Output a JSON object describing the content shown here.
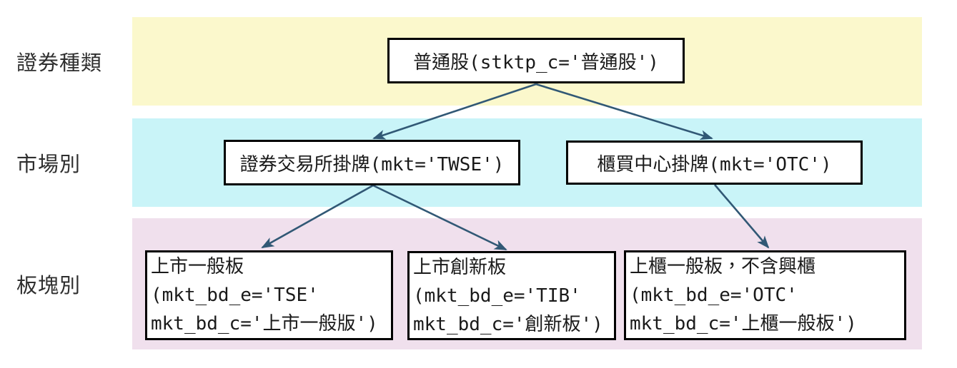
{
  "colors": {
    "band_yellow": "#FBF8CC",
    "band_cyan": "#C9F4F8",
    "band_pink": "#F0E0ED",
    "node_border": "#000000",
    "node_bg": "#FFFFFF",
    "arrow": "#315875",
    "text": "#1A1A1A",
    "label_text": "#2E2E2E"
  },
  "rows": [
    {
      "label": "證券種類"
    },
    {
      "label": "市場別"
    },
    {
      "label": "板塊別"
    }
  ],
  "nodes": {
    "common_stock": {
      "label": "普通股(stktp_c='普通股')"
    },
    "twse": {
      "label": "證券交易所掛牌(mkt='TWSE')"
    },
    "otc": {
      "label": "櫃買中心掛牌(mkt='OTC')"
    },
    "tse_board": {
      "lines": [
        "上市一般板",
        "(mkt_bd_e='TSE'",
        "mkt_bd_c='上市一般版')"
      ]
    },
    "tib_board": {
      "lines": [
        "上市創新板",
        "(mkt_bd_e='TIB'",
        "mkt_bd_c='創新板')"
      ]
    },
    "otc_board": {
      "lines": [
        "上櫃一般板，不含興櫃",
        "(mkt_bd_e='OTC'",
        "mkt_bd_c='上櫃一般板')"
      ]
    }
  }
}
